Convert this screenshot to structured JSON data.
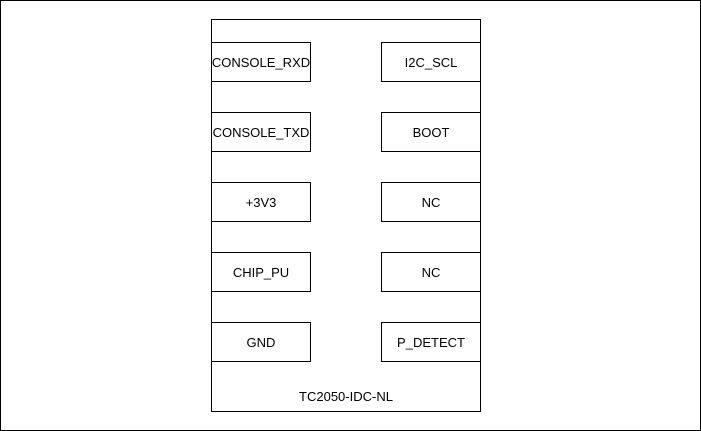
{
  "connector": {
    "part_number": "TC2050-IDC-NL",
    "left_pins": [
      "CONSOLE_RXD",
      "CONSOLE_TXD",
      "+3V3",
      "CHIP_PU",
      "GND"
    ],
    "right_pins": [
      "I2C_SCL",
      "BOOT",
      "NC",
      "NC",
      "P_DETECT"
    ],
    "colors": {
      "stroke": "#000000",
      "fill": "#ffffff",
      "text": "#000000"
    }
  }
}
